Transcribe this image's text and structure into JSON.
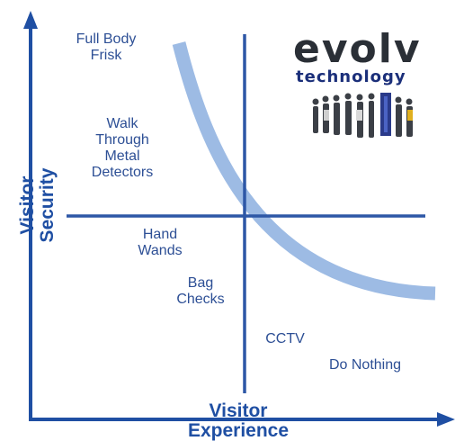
{
  "axes": {
    "y_title_line1": "Visitor",
    "y_title_line2": "Security",
    "x_title_line1": "Visitor",
    "x_title_line2": "Experience"
  },
  "labels": {
    "full_body_frisk": [
      "Full Body",
      "Frisk"
    ],
    "walk_through": [
      "Walk",
      "Through",
      "Metal",
      "Detectors"
    ],
    "hand_wands": [
      "Hand",
      "Wands"
    ],
    "bag_checks": [
      "Bag",
      "Checks"
    ],
    "cctv": [
      "CCTV"
    ],
    "do_nothing": [
      "Do Nothing"
    ]
  },
  "logo": {
    "word": "evolv",
    "sub": "technology"
  },
  "colors": {
    "axis": "#1f4fa3",
    "quadrant_lines": "#2d57a6",
    "curve": "#9dbbe4",
    "label_text": "#2d4f95"
  }
}
